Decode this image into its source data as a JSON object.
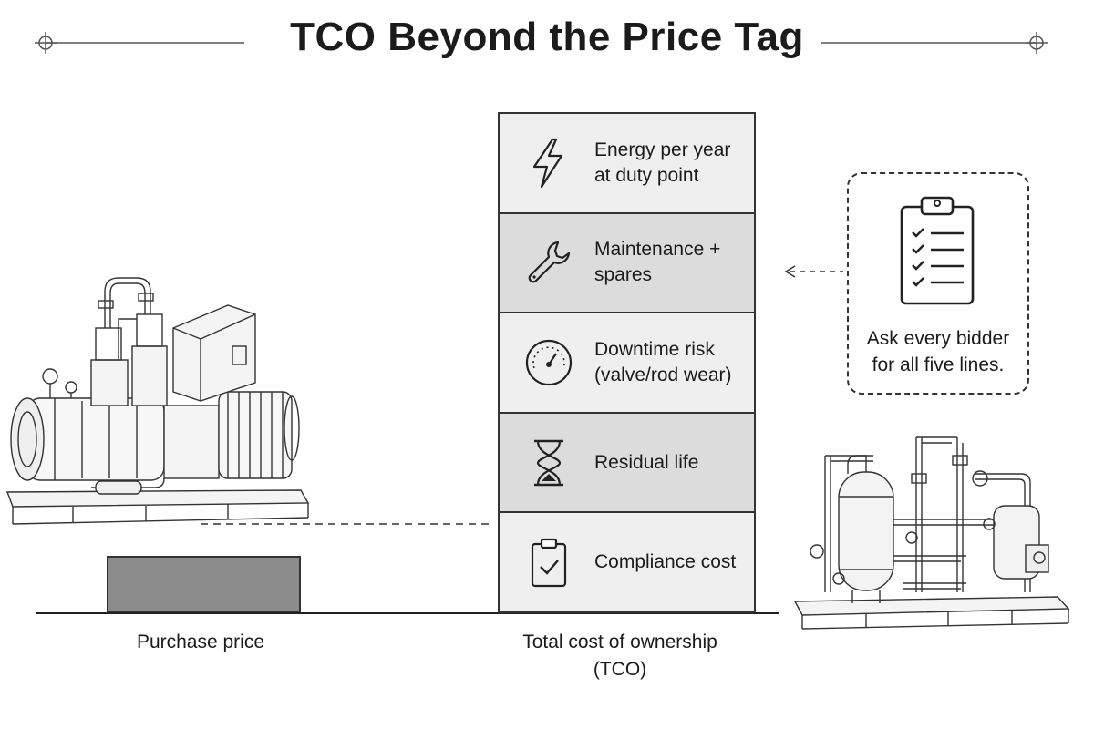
{
  "title": "TCO Beyond the Price Tag",
  "purchase_label": "Purchase price",
  "tco_label": "Total cost of ownership\n(TCO)",
  "segments": [
    {
      "label": "Energy per year\nat duty point",
      "icon": "lightning-icon",
      "shade": "light"
    },
    {
      "label": "Maintenance +\nspares",
      "icon": "wrench-icon",
      "shade": "dark"
    },
    {
      "label": "Downtime risk\n(valve/rod wear)",
      "icon": "gauge-icon",
      "shade": "light"
    },
    {
      "label": "Residual life",
      "icon": "hourglass-icon",
      "shade": "dark"
    },
    {
      "label": "Compliance cost",
      "icon": "clipboard-check-icon",
      "shade": "light"
    }
  ],
  "callout": {
    "text": "Ask every bidder\nfor all five lines.",
    "icon": "checklist-clipboard-icon"
  },
  "illustrations": {
    "left": "compressor-illustration",
    "right": "gas-skid-illustration"
  }
}
